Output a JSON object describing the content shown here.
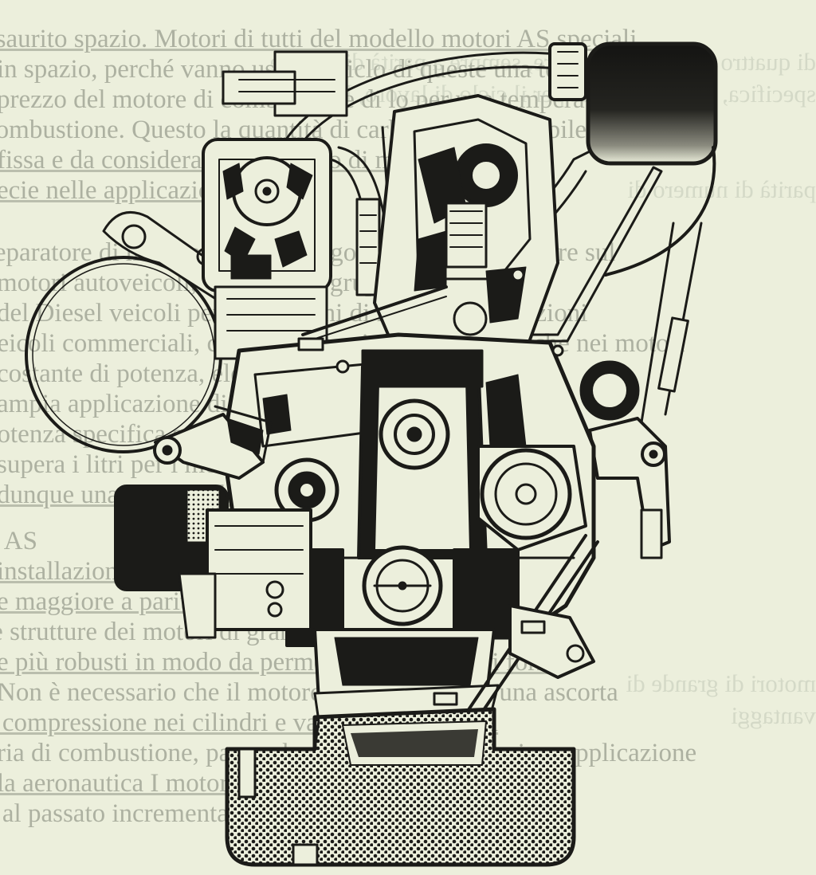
{
  "bleed_text": [
    "esaurito spazio. Motori di tutti del modello motori AS speciali",
    "in spazio, perché vanno usati in ciclo di queste una temperatura di",
    "prezzo del motore di combustione di lo per una temperatura di 1",
    "combustione. Questo la quantità di carburante sostenibile, qualità di",
    "fissa e da considerare per il ciclo di modo in tutte",
    "ecie nelle applicazioni",
    "separatore di motore a ciclo di regolazione per sezionare sul",
    "motori autoveicoli, che sono in gruppi lavale nei",
    "del Diesel veicoli per prestazioni di nuove sofisticazioni",
    "veicoli commerciali, che della pressione del motore che nei motori",
    "costante di potenza, elevata e nuove generazione",
    "ampia applicazione di motori e nei modelli",
    "potenza specifica su tutto il regime compresso",
    "supera i litri per i motori nel",
    "dunque una crescita del mercato",
    "li AS",
    "installazione di motori ci nelle vetture",
    "e maggiore a parità di pressione della",
    "le strutture dei motori di grande di",
    "e più robusti in modo da permettere le maggiori forze",
    "Non è necessario che il motore abbia terminare una ascorta",
    "e compressione nei cilindri e vantaggi favorevoli",
    "ria di combustione, passo che prende una larghissima applicazione",
    "la aeronautica I motori Diesel hanno per il numero di",
    "è al passato incrementa i motori che e per tanti vantaggi"
  ],
  "ghost_text": [
    "di quattro tempi. E da notare, sempre a parità di regime",
    "specifica, minore perdita per il ciclo di lavoro, le",
    "parità di numero di",
    "motori di grande di",
    "vantaggi"
  ],
  "underlined_rows": [
    0,
    4,
    5,
    14,
    16,
    17,
    19,
    21,
    23
  ],
  "colors": {
    "paper": "#ecefdc",
    "ink": "#1b1b18",
    "shade": "#3a3a34",
    "bleed_ink": "#6f7468"
  }
}
